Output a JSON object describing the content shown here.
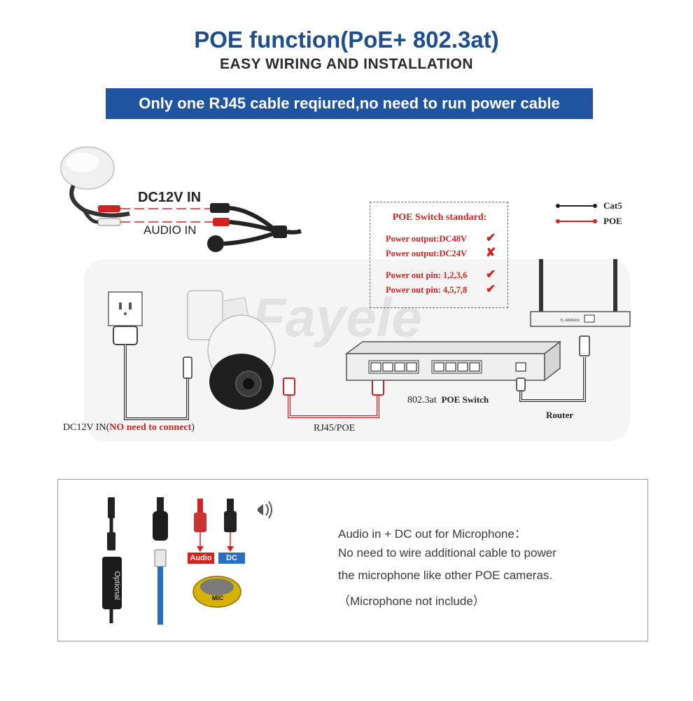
{
  "header": {
    "title": "POE function(PoE+ 802.3at)",
    "subtitle": "EASY WIRING AND INSTALLATION",
    "banner": "Only one RJ45 cable reqiured,no need to run power cable"
  },
  "mic_cable": {
    "dc_label": "DC12V IN",
    "audio_label": "AUDIO IN"
  },
  "legend": {
    "items": [
      {
        "label": "Cat5",
        "color": "#222222"
      },
      {
        "label": "POE",
        "color": "#d32222"
      }
    ]
  },
  "poe_standard": {
    "title": "POE Switch standard:",
    "rows": [
      {
        "text": "Power output:DC48V",
        "mark": "✔"
      },
      {
        "text": "Power output:DC24V",
        "mark": "✘"
      },
      {
        "text": "Power out pin: 1,2,3,6",
        "mark": "✔"
      },
      {
        "text": "Power out pin: 4,5,7,8",
        "mark": "✔"
      }
    ]
  },
  "watermark": "Fayele",
  "diagram": {
    "dc_in_prefix": "DC12V IN(",
    "dc_in_note": "NO need to connect",
    "dc_in_suffix": ")",
    "rj45_label": "RJ45/POE",
    "switch_model": "802.3at",
    "switch_label": "POE Switch",
    "router_label": "Router",
    "router_brand": "TL-WR841N"
  },
  "bottom": {
    "tag_audio": "Audio",
    "tag_dc": "DC",
    "mic_label": "MIC",
    "adapter_label": "Optional",
    "line1": "Audio in + DC out for Microphone：",
    "line2": "No need to wire additional cable to power",
    "line3": "the microphone like other POE cameras.",
    "line4": "（Microphone not include）"
  },
  "colors": {
    "brand_blue": "#1f55a0",
    "title_blue": "#1f4e8c",
    "poe_red": "#d32222",
    "cat5_black": "#222222",
    "cable_blue": "#2b6cc4"
  }
}
